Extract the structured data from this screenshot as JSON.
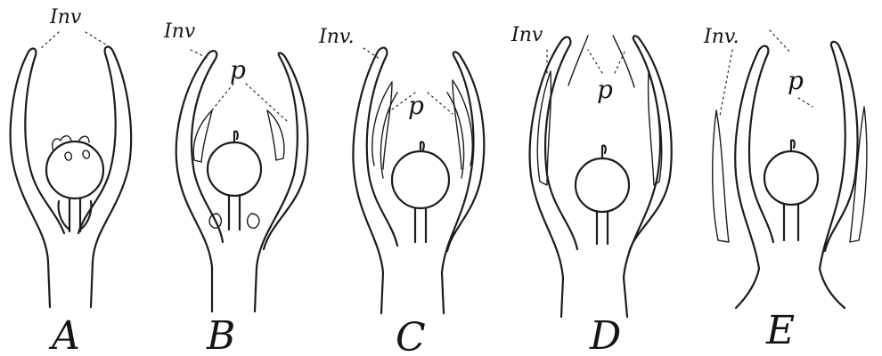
{
  "panels": [
    {
      "letter": "A",
      "inv_label": "Inv",
      "p_label": ""
    },
    {
      "letter": "B",
      "inv_label": "Inv",
      "p_label": "p"
    },
    {
      "letter": "C",
      "inv_label": "Inv.",
      "p_label": "p"
    },
    {
      "letter": "D",
      "inv_label": "Inv",
      "p_label": "p"
    },
    {
      "letter": "E",
      "inv_label": "Inv.",
      "p_label": "p"
    }
  ],
  "colors": {
    "ink": "#1c1c1c",
    "paper": "#ffffff"
  }
}
